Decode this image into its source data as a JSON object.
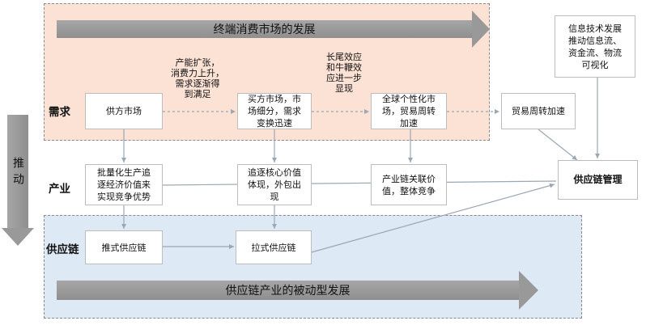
{
  "banners": {
    "top": "终端消费市场的发展",
    "bottom": "供应链产业的被动型发展",
    "left": "推动"
  },
  "rows": {
    "demand": "需求",
    "industry": "产业",
    "supply_chain": "供应链"
  },
  "boxes": {
    "supplier_market": "供方市场",
    "buyer_market": "买方市场，市\n场细分，需求\n变换迅速",
    "personalized_market": "全球个性化市\n场，贸易周转\n加速",
    "trade_turnover": "贸易周转加速",
    "it_development": "信息技术发展\n推动信息流、\n资金流、物流\n可视化",
    "mass_production": "批量化生产追\n逐经济价值来\n实现竞争优势",
    "core_value": "追逐核心价值\n体现，外包出\n现",
    "chain_value": "产业链关联价\n值，整体竞争",
    "scm": "供应链管理",
    "push_chain": "推式供应链",
    "pull_chain": "拉式供应链"
  },
  "notes": {
    "capacity": "产能扩张，\n消费力上升，\n需求逐渐得\n到满足",
    "long_tail": "长尾效应\n和牛鞭效\n应进一步\n显现"
  }
}
